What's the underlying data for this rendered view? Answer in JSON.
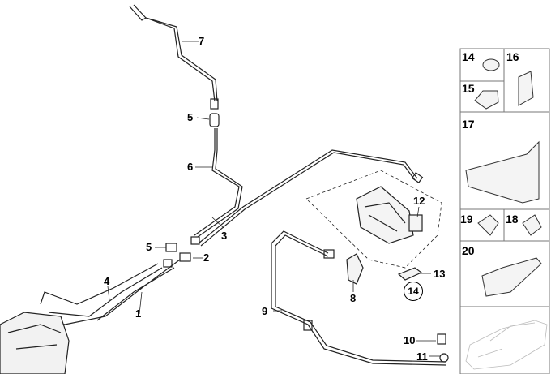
{
  "callouts": [
    "7",
    "5",
    "6",
    "3",
    "5",
    "2",
    "4",
    "1",
    "12",
    "13",
    "14",
    "8",
    "9",
    "10",
    "11"
  ],
  "panel": {
    "cells": [
      "14",
      "16",
      "15",
      "17",
      "19",
      "18",
      "20"
    ]
  }
}
